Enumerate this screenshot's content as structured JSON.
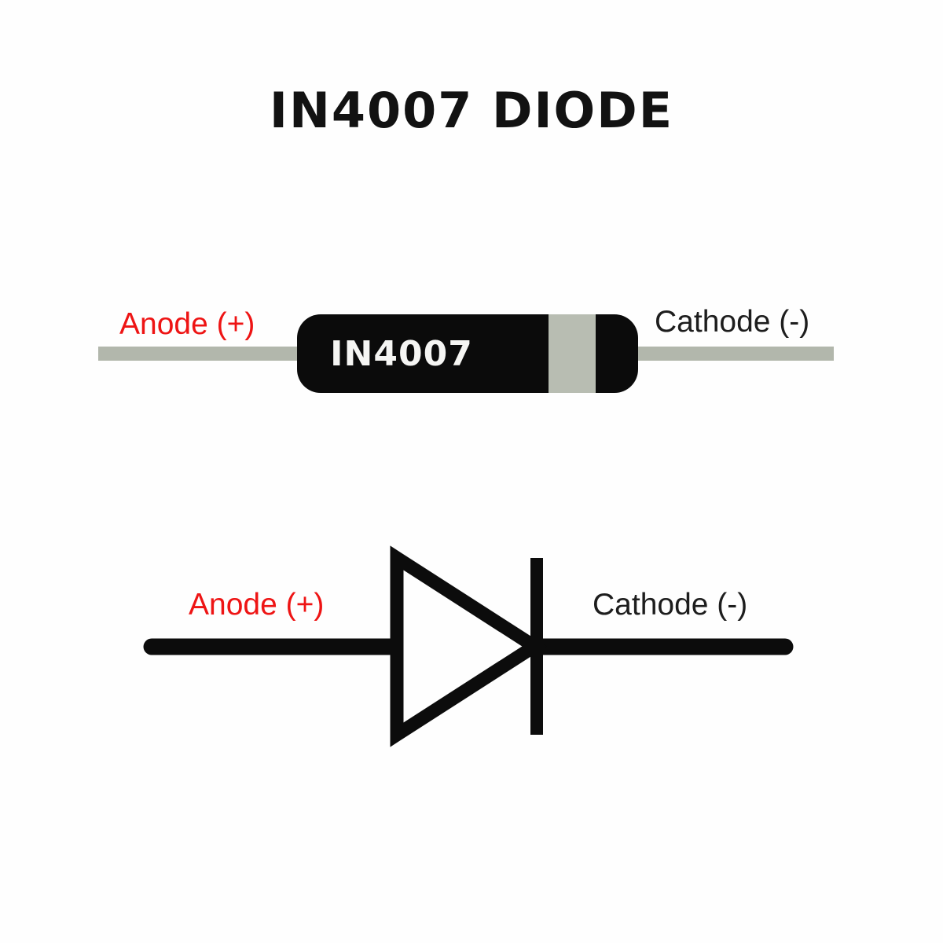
{
  "title": "IN4007 DIODE",
  "physical_diode": {
    "body_label": "IN4007",
    "anode_label": "Anode (+)",
    "cathode_label": "Cathode (-)"
  },
  "schematic_symbol": {
    "anode_label": "Anode (+)",
    "cathode_label": "Cathode (-)"
  },
  "colors": {
    "anode_label_red": "#ee1414",
    "cathode_label_black": "#1d1d1d",
    "lead_gray": "#b2b7ac",
    "band_gray": "#b8bdb2",
    "body_black": "#0b0b0b",
    "symbol_black": "#0c0c0c",
    "background": "#fefefe"
  }
}
